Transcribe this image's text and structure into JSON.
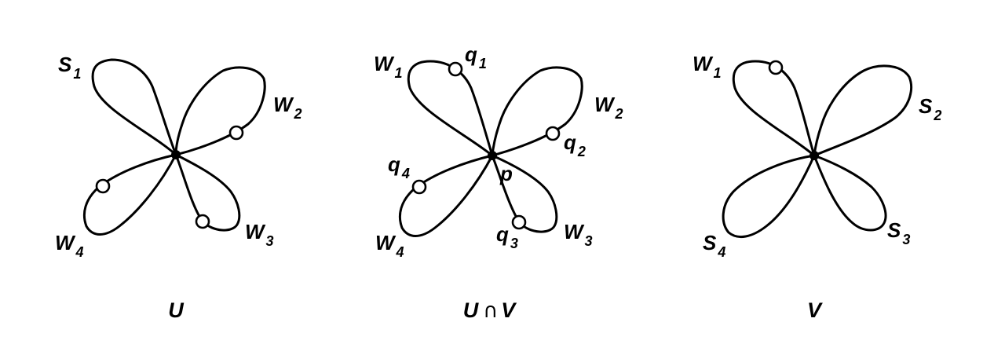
{
  "figures": [
    {
      "caption": "U",
      "loops": {
        "ul": {
          "letter": "S",
          "index": "1",
          "dot": false
        },
        "ur": {
          "letter": "W",
          "index": "2",
          "dot": true
        },
        "lr": {
          "letter": "W",
          "index": "3",
          "dot": true
        },
        "ll": {
          "letter": "W",
          "index": "4",
          "dot": true
        }
      }
    },
    {
      "caption_left": "U",
      "caption_symbol": "∩",
      "caption_right": "V",
      "center_label": "p",
      "loops": {
        "ul": {
          "letter": "W",
          "index": "1",
          "dot": true,
          "dot_letter": "q",
          "dot_index": "1"
        },
        "ur": {
          "letter": "W",
          "index": "2",
          "dot": true,
          "dot_letter": "q",
          "dot_index": "2"
        },
        "lr": {
          "letter": "W",
          "index": "3",
          "dot": true,
          "dot_letter": "q",
          "dot_index": "3"
        },
        "ll": {
          "letter": "W",
          "index": "4",
          "dot": true,
          "dot_letter": "q",
          "dot_index": "4"
        }
      }
    },
    {
      "caption": "V",
      "loops": {
        "ul": {
          "letter": "W",
          "index": "1",
          "dot": true
        },
        "ur": {
          "letter": "S",
          "index": "2",
          "dot": false
        },
        "lr": {
          "letter": "S",
          "index": "3",
          "dot": false
        },
        "ll": {
          "letter": "S",
          "index": "4",
          "dot": false
        }
      }
    }
  ]
}
